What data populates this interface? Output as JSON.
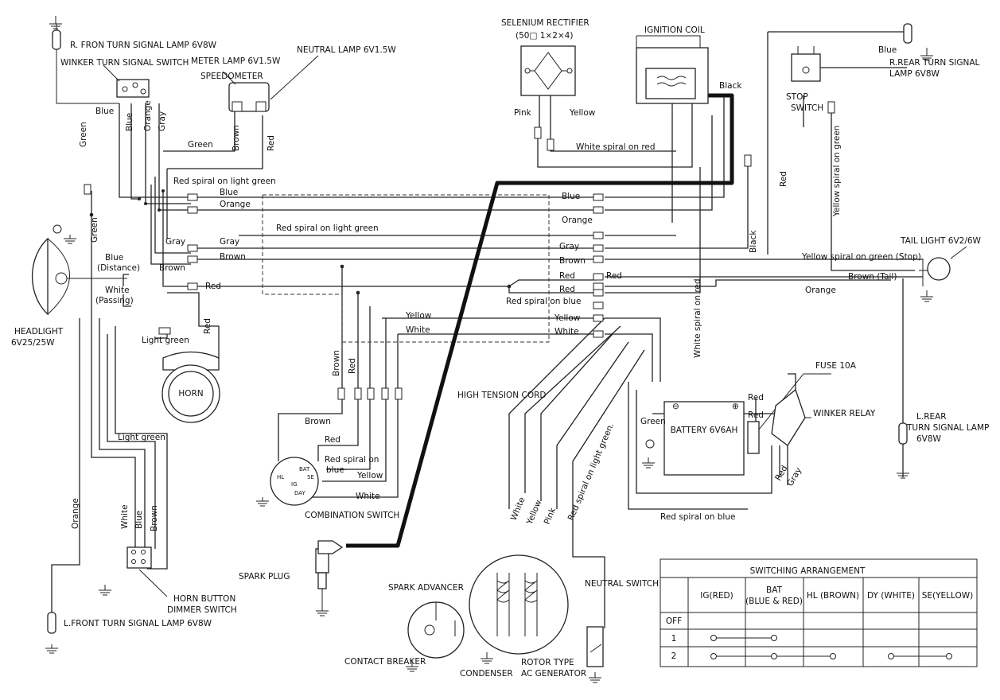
{
  "components": {
    "r_front_turn_lamp": "R. FRON TURN SIGNAL LAMP 6V8W",
    "winker_switch": "WINKER TURN SIGNAL SWITCH",
    "meter_lamp": "METER LAMP 6V1.5W",
    "speedometer": "SPEEDOMETER",
    "neutral_lamp": "NEUTRAL LAMP 6V1.5W",
    "selenium_rectifier": "SELENIUM RECTIFIER",
    "selenium_rating": "(50□ 1×2×4)",
    "ignition_coil": "IGNITION COIL",
    "r_rear_turn_lamp_1": "R.REAR TURN SIGNAL",
    "r_rear_turn_lamp_2": "LAMP 6V8W",
    "stop_switch_1": "STOP",
    "stop_switch_2": "SWITCH",
    "tail_light": "TAIL LIGHT 6V2/6W",
    "headlight_1": "HEADLIGHT",
    "headlight_2": "6V25/25W",
    "horn": "HORN",
    "fuse": "FUSE 10A",
    "winker_relay": "WINKER RELAY",
    "battery": "BATTERY 6V6AH",
    "l_rear_turn_lamp_1": "L.REAR",
    "l_rear_turn_lamp_2": "TURN SIGNAL LAMP",
    "l_rear_turn_lamp_3": "6V8W",
    "high_tension_cord": "HIGH TENSION CORD",
    "combination_switch": "COMBINATION SWITCH",
    "spark_plug": "SPARK PLUG",
    "spark_advancer": "SPARK ADVANCER",
    "contact_breaker": "CONTACT BREAKER",
    "condenser": "CONDENSER",
    "rotor_1": "ROTOR TYPE",
    "rotor_2": "AC GENERATOR",
    "neutral_switch": "NEUTRAL SWITCH",
    "horn_button_1": "HORN BUTTON",
    "horn_button_2": "DIMMER SWITCH",
    "l_front_turn_lamp": "L.FRONT TURN SIGNAL LAMP 6V8W"
  },
  "switch_terminals": {
    "hl": "HL",
    "bat": "BAT",
    "se": "SE",
    "ig": "IG",
    "day": "DAY"
  },
  "wires": {
    "blue": "Blue",
    "green": "Green",
    "orange": "Orange",
    "gray": "Gray",
    "brown": "Brown",
    "red": "Red",
    "yellow": "Yellow",
    "white": "White",
    "black": "Black",
    "pink": "Pink",
    "light_green": "Light green",
    "red_spiral_light_green": "Red spiral on light green",
    "red_spiral_light_green_lower": "Red spiral on light green.",
    "white_spiral_red": "White spiral on red",
    "red_spiral_blue": "Red spiral on blue",
    "red_spiral_on": "Red spiral on",
    "blue_dot": "blue·",
    "yellow_spiral_green_stop": "Yellow spiral on green (Stop)",
    "yellow_spiral_green": "Yellow spiral on green",
    "brown_tail": "Brown (Tail)",
    "blue_distance": "Blue",
    "distance": "(Distance)",
    "white_passing": "White",
    "passing": "(Passing)"
  },
  "switching_table": {
    "title": "SWITCHING ARRANGEMENT",
    "columns": [
      "IG(RED)",
      "BAT",
      "HL (BROWN)",
      "DY (WHITE)",
      "SE(YELLOW)"
    ],
    "bat_sub": "(BLUE & RED)",
    "rows": [
      "OFF",
      "1",
      "2"
    ]
  }
}
